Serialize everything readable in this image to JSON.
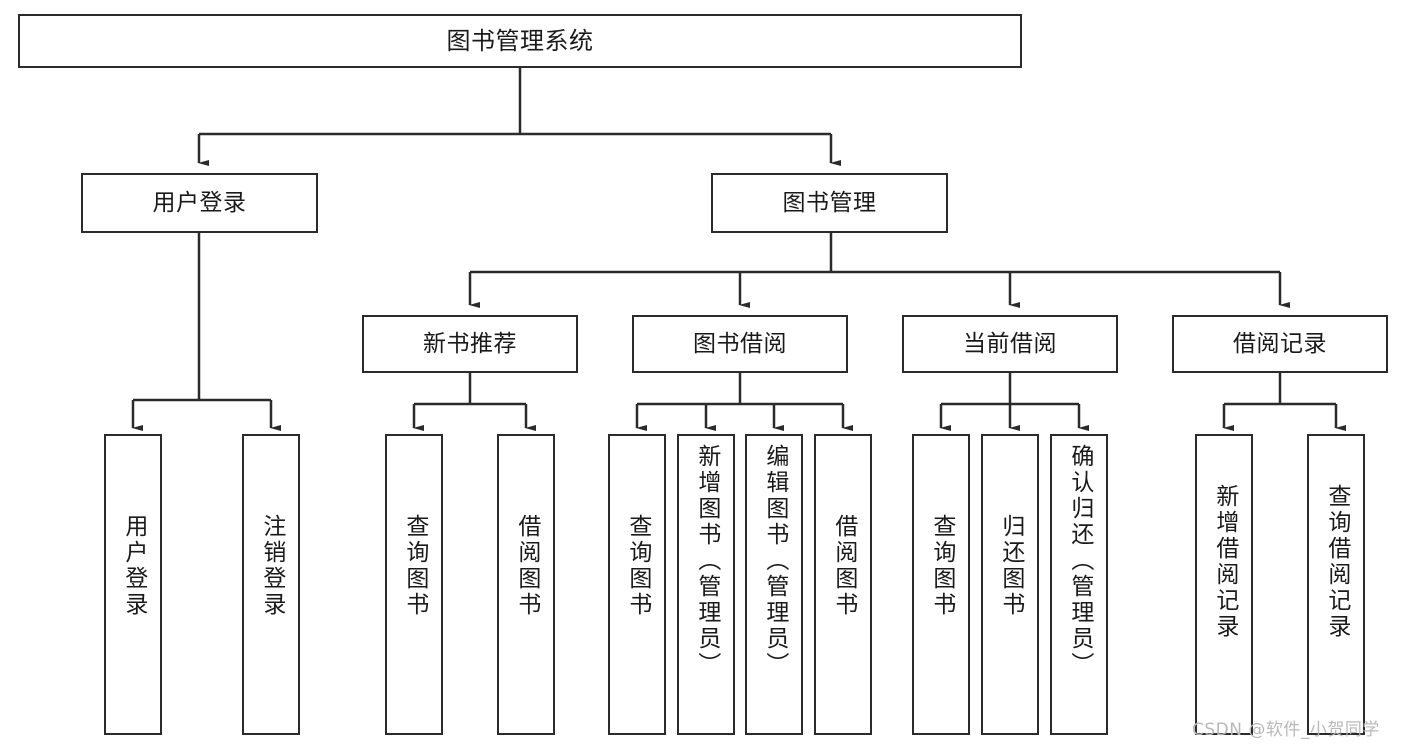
{
  "diagram": {
    "title": "图书管理系统",
    "type": "tree-hierarchy-chart",
    "root": {
      "label": "图书管理系统"
    },
    "level1": [
      {
        "label": "用户登录"
      },
      {
        "label": "图书管理"
      }
    ],
    "level2": [
      {
        "label": "新书推荐"
      },
      {
        "label": "图书借阅"
      },
      {
        "label": "当前借阅"
      },
      {
        "label": "借阅记录"
      }
    ],
    "leaves": {
      "user_login": [
        {
          "label": "用户登录"
        },
        {
          "label": "注销登录"
        }
      ],
      "new_book_recommend": [
        {
          "label": "查询图书"
        },
        {
          "label": "借阅图书"
        }
      ],
      "book_borrow": [
        {
          "label": "查询图书"
        },
        {
          "label": "新增图书（管理员）"
        },
        {
          "label": "编辑图书（管理员）"
        },
        {
          "label": "借阅图书"
        }
      ],
      "current_borrow": [
        {
          "label": "查询图书"
        },
        {
          "label": "归还图书"
        },
        {
          "label": "确认归还（管理员）"
        }
      ],
      "borrow_record": [
        {
          "label": "新增借阅记录"
        },
        {
          "label": "查询借阅记录"
        }
      ]
    }
  },
  "watermark": {
    "text": "CSDN @软件_小贺同学"
  },
  "colors": {
    "stroke": "#2b2b2b",
    "background": "#ffffff",
    "text": "#1a1a1a",
    "watermark": "#b9b9b9"
  }
}
